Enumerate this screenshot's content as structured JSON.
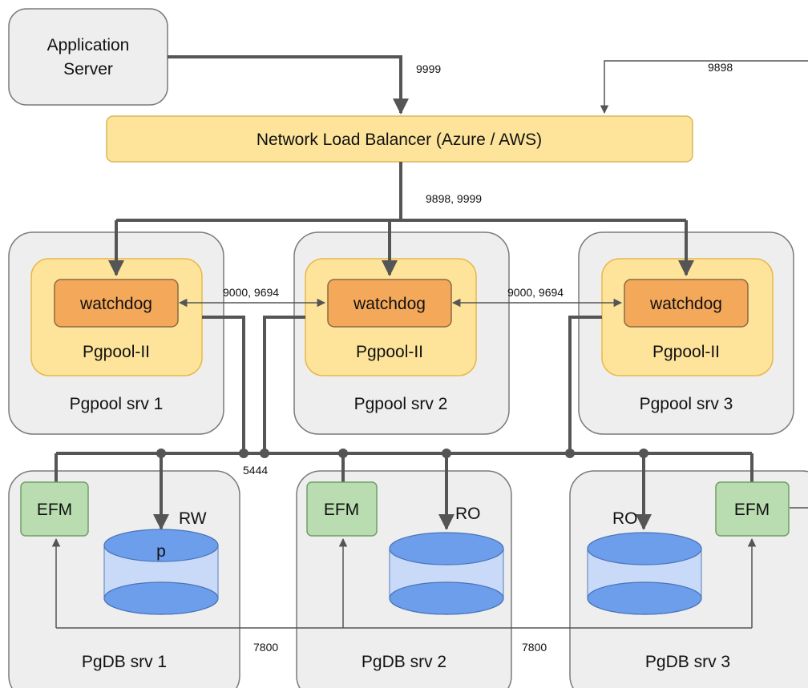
{
  "application_server": {
    "label_line1": "Application",
    "label_line2": "Server"
  },
  "load_balancer": {
    "label": "Network Load Balancer (Azure / AWS)"
  },
  "ports": {
    "app_to_lb": "9999",
    "external_to_lb": "9898",
    "lb_to_pgpool": "9898, 9999",
    "watchdog_1_2": "9000, 9694",
    "watchdog_2_3": "9000, 9694",
    "pgpool_to_db": "5444",
    "efm_1_2": "7800",
    "efm_2_3": "7800"
  },
  "pgpool_servers": [
    {
      "server_label": "Pgpool srv 1",
      "pgpool_label": "Pgpool-II",
      "watchdog_label": "watchdog"
    },
    {
      "server_label": "Pgpool srv 2",
      "pgpool_label": "Pgpool-II",
      "watchdog_label": "watchdog"
    },
    {
      "server_label": "Pgpool srv 3",
      "pgpool_label": "Pgpool-II",
      "watchdog_label": "watchdog"
    }
  ],
  "db_servers": [
    {
      "server_label": "PgDB srv 1",
      "efm_label": "EFM",
      "access_label": "RW",
      "db_marker": "p"
    },
    {
      "server_label": "PgDB srv 2",
      "efm_label": "EFM",
      "access_label": "RO",
      "db_marker": ""
    },
    {
      "server_label": "PgDB srv 3",
      "efm_label": "EFM",
      "access_label": "RO",
      "db_marker": ""
    }
  ],
  "colors": {
    "server_fill": "#eeeeee",
    "server_stroke": "#7a7a7a",
    "lb_fill": "#fde49a",
    "pgpool_fill": "#fde49a",
    "pgpool_stroke": "#e8b84a",
    "watchdog_fill": "#f4a85a",
    "efm_fill": "#b9ddb0",
    "efm_stroke": "#6f9f66",
    "db_top": "#6d9eeb",
    "db_body": "#c9daf8",
    "line": "#555555"
  }
}
